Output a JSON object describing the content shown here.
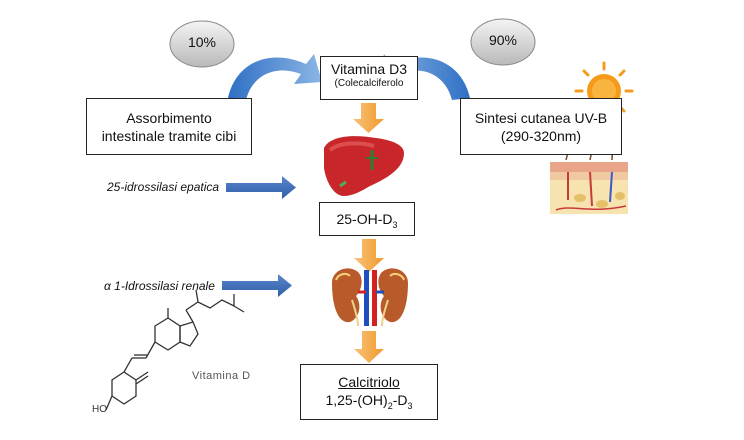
{
  "nodes": {
    "vitd3": {
      "title": "Vitamina D3",
      "subtitle": "(Colecalciferolo"
    },
    "intestinal": {
      "line1": "Assorbimento",
      "line2": "intestinale tramite cibi"
    },
    "skin": {
      "line1": "Sintesi cutanea UV-B",
      "line2": "(290-320nm)"
    },
    "oh_d3": {
      "label": "25-OH-D",
      "sub": "3"
    },
    "calcitriolo": {
      "line1": "Calcitriolo",
      "line2a": "1,25-(OH)",
      "sub2": "2",
      "line2b": "-D",
      "sub3": "3"
    }
  },
  "badges": {
    "left": "10%",
    "right": "90%"
  },
  "enzymes": {
    "hepatic": "25-idrossilasi epatica",
    "renal": "α 1-Idrossilasi renale"
  },
  "molecule_label": "Vitamina D",
  "molecule_ho": "HO",
  "colors": {
    "blue_arrow": "#4472c4",
    "orange_arrow": "#f5a33a",
    "liver": "#c8262b",
    "kidney": "#b85a2a",
    "sun": "#f59a1b"
  }
}
